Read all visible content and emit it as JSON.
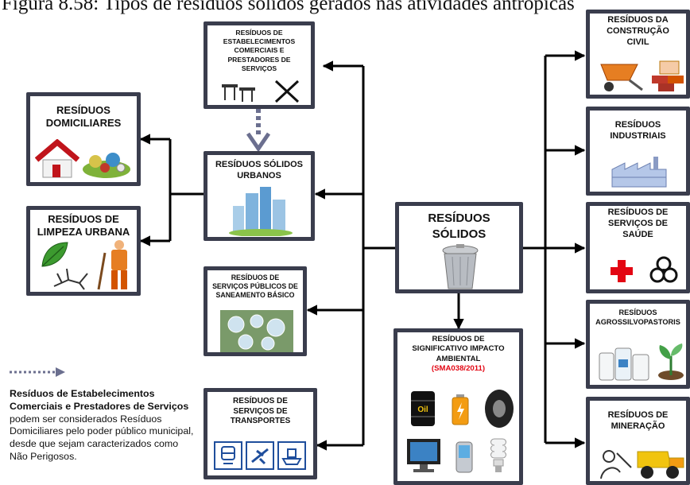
{
  "caption": "Figura 8.58: Tipos de resíduos sólidos gerados nas atividades antrópicas",
  "central": {
    "label": "RESÍDUOS\nSÓLIDOS"
  },
  "left_boxes": {
    "comerciais": "RESÍDUOS DE\nESTABELECIMENTOS\nCOMERCIAIS E\nPRESTADORES DE\nSERVIÇOS",
    "urbanos": "RESÍDUOS  SÓLIDOS\nURBANOS",
    "saneamento": "RESÍDUOS DE\nSERVIÇOS PÚBLICOS DE\nSANEAMENTO BÁSICO",
    "transportes": "RESÍDUOS DE\nSERVIÇOS DE\nTRANSPORTES"
  },
  "far_left_boxes": {
    "domiciliares": "RESÍDUOS\nDOMICILIARES",
    "limpeza": "RESÍDUOS DE\nLIMPEZA URBANA"
  },
  "impacto": {
    "label": "RESÍDUOS DE\nSIGNIFICATIVO IMPACTO\nAMBIENTAL",
    "ref": "(SMA038/2011)",
    "oil_label": "Oil"
  },
  "right_boxes": {
    "construcao": "RESÍDUOS DA\nCONSTRUÇÃO\nCIVIL",
    "industriais": "RESÍDUOS\nINDUSTRIAIS",
    "saude": "RESÍDUOS DE\nSERVIÇOS DE\nSAÚDE",
    "agro": "RESÍDUOS\nAGROSSILVOPASTORIS",
    "mineracao": "RESÍDUOS DE\nMINERAÇÃO"
  },
  "legend": {
    "bold": "Resíduos de Estabelecimentos Comerciais e Prestadores de Serviços",
    "rest": " podem ser considerados Resíduos Domiciliares pelo poder público municipal, desde que sejam caracterizados como Não Perigosos."
  },
  "colors": {
    "box_border": "#3a3d4d",
    "dotted_arrow": "#6b6f8f",
    "highlight": "#e30613"
  }
}
